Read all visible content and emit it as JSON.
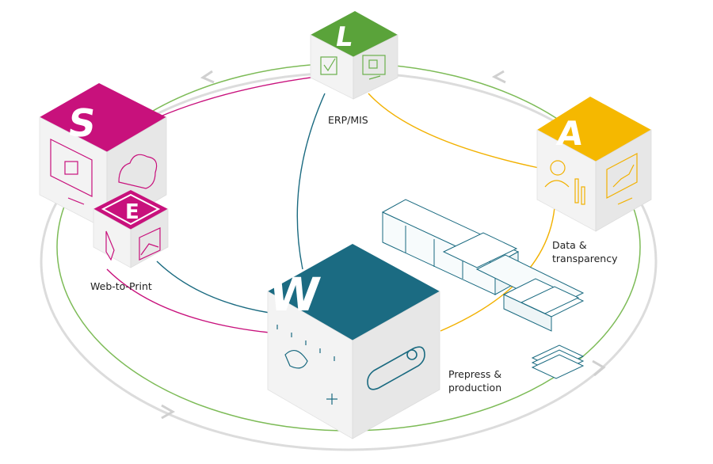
{
  "labels": {
    "erp": "ERP/MIS",
    "web_to_print": "Web-to-Print",
    "data_line1": "Data &",
    "data_line2": "transparency",
    "prepress_line1": "Prepress &",
    "prepress_line2": "production"
  },
  "cubes": {
    "s": {
      "letter": "S",
      "color": "#c8117c",
      "icon": "monitor-bag-icon, cloud-icon"
    },
    "e": {
      "letter": "E",
      "color": "#c8117c",
      "icon": "brush-icon, image-icon"
    },
    "l": {
      "letter": "L",
      "color": "#4b9a2e",
      "icon": "checkbox-icon, monitor-icon"
    },
    "a": {
      "letter": "A",
      "color": "#f2b100",
      "icon": "person-chart-icon, monitor-chart-icon"
    },
    "w": {
      "letter": "W",
      "color": "#1a6a80",
      "icon": "gauge-icon, toggle-icon"
    }
  },
  "colors": {
    "magenta": "#c8117c",
    "green": "#6ab04c",
    "yellow": "#f2b100",
    "teal": "#1a6a80",
    "grey_ring": "#d3d3d3"
  }
}
